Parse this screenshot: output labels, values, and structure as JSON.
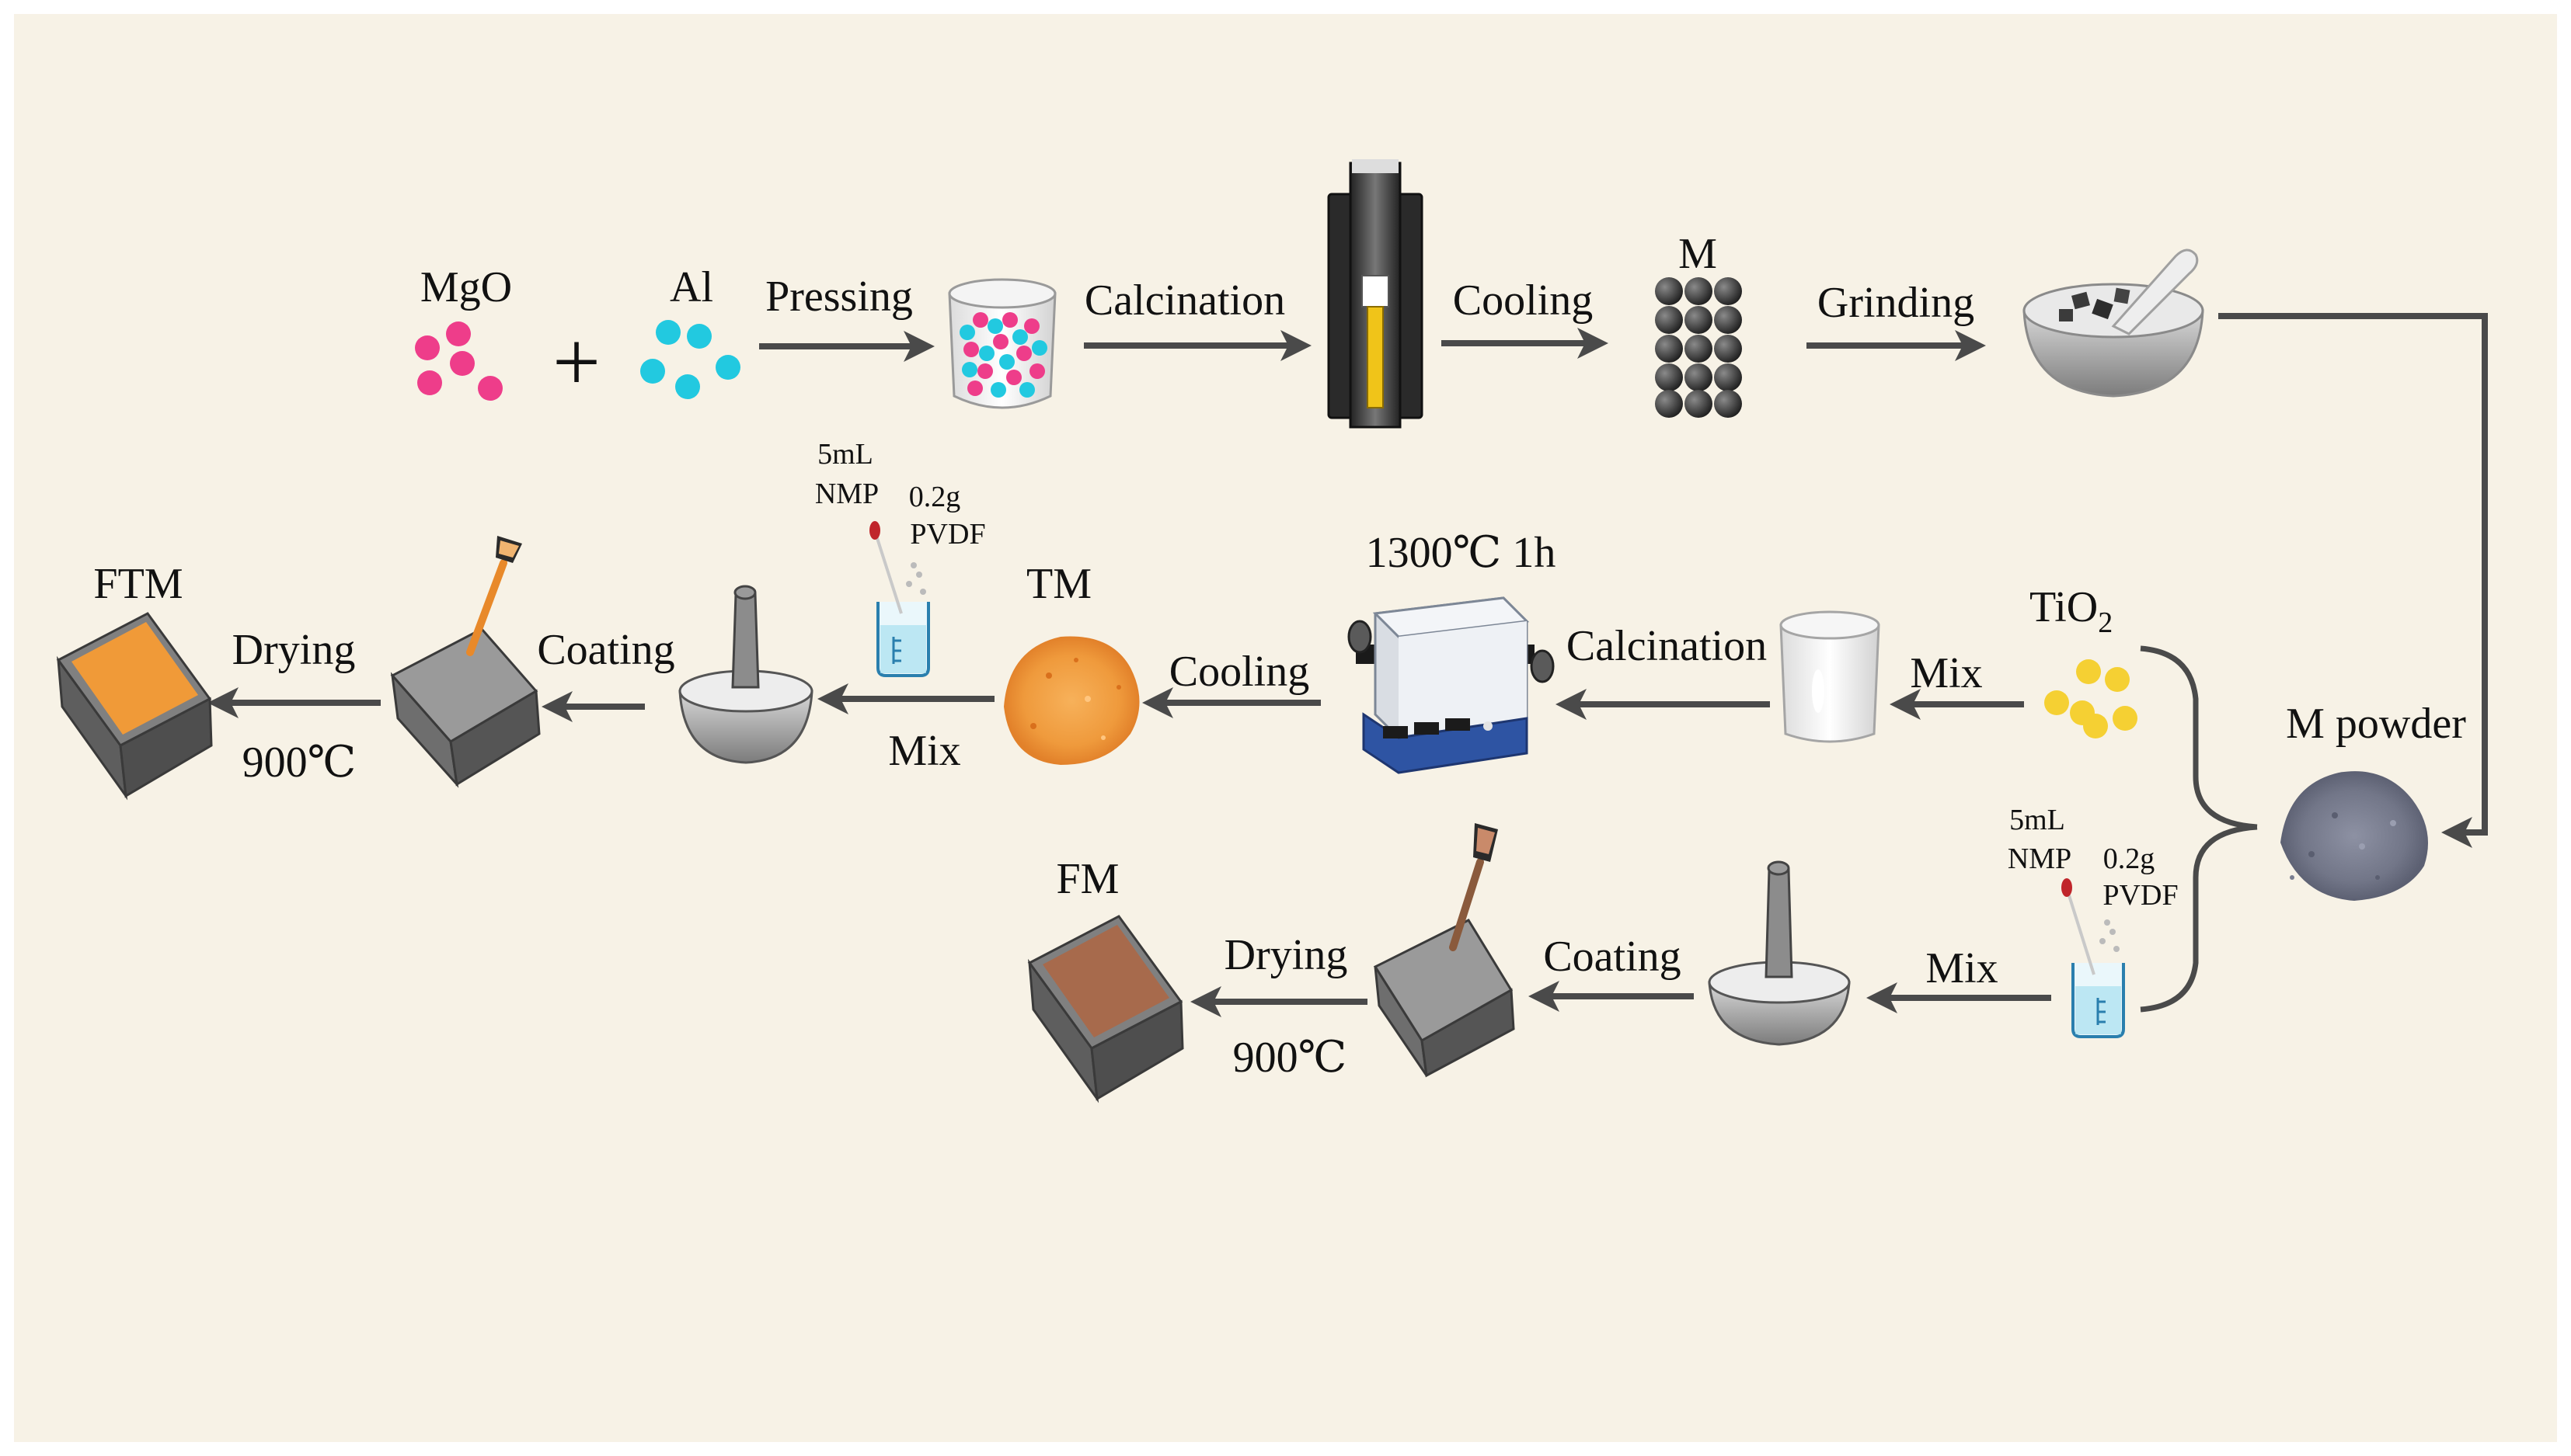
{
  "colors": {
    "background": "#f7f2e6",
    "arrow": "#4a4a4a",
    "mgo": "#ee3d8a",
    "al": "#22c9e0",
    "tio2": "#f5d033",
    "tm_powder": "#ef9a3c",
    "ftm_coating": "#f09a38",
    "fm_coating": "#a76a4c",
    "m_powder": "#7b7f90"
  },
  "labels": {
    "mgo": "MgO",
    "plus": "+",
    "al": "Al",
    "pressing": "Pressing",
    "calcination_top": "Calcination",
    "cooling_top": "Cooling",
    "m": "M",
    "grinding": "Grinding",
    "m_powder": "M powder",
    "tio2_base": "TiO",
    "tio2_sub": "2",
    "mix_tio2": "Mix",
    "calcination_mid": "Calcination",
    "furnace_condition": "1300℃ 1h",
    "cooling_mid": "Cooling",
    "tm": "TM",
    "nmp_top_volume": "5mL",
    "nmp_top": "NMP",
    "pvdf_top_mass": "0.2g",
    "pvdf_top": "PVDF",
    "mix_mid": "Mix",
    "coating_mid": "Coating",
    "drying_mid": "Drying",
    "temp_mid": "900℃",
    "ftm": "FTM",
    "nmp_bot_volume": "5mL",
    "nmp_bot": "NMP",
    "pvdf_bot_mass": "0.2g",
    "pvdf_bot": "PVDF",
    "mix_bot": "Mix",
    "coating_bot": "Coating",
    "drying_bot": "Drying",
    "temp_bot": "900℃",
    "fm": "FM"
  }
}
